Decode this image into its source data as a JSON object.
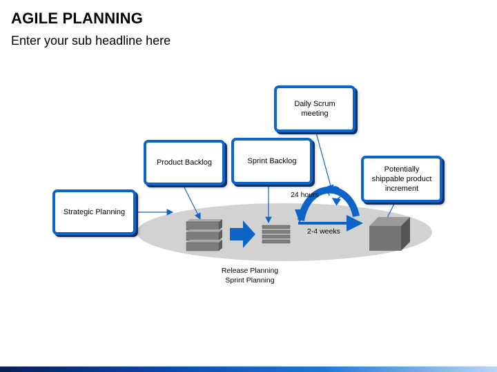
{
  "header": {
    "title": "AGILE PLANNING",
    "subtitle": "Enter your sub headline here"
  },
  "callouts": {
    "strategic_planning": "Strategic Planning",
    "product_backlog": "Product Backlog",
    "sprint_backlog": "Sprint Backlog",
    "daily_scrum": "Daily Scrum meeting",
    "shippable_increment": "Potentially shippable product increment"
  },
  "labels": {
    "hours": "24 hours",
    "weeks": "2-4 weeks",
    "release_planning": "Release Planning",
    "sprint_planning": "Sprint Planning"
  },
  "colors": {
    "accent_blue": "#0d64c8",
    "dark_blue": "#0a2f66",
    "ellipse_gray": "#d2d2d2",
    "block_gray": "#7d7d7d"
  }
}
